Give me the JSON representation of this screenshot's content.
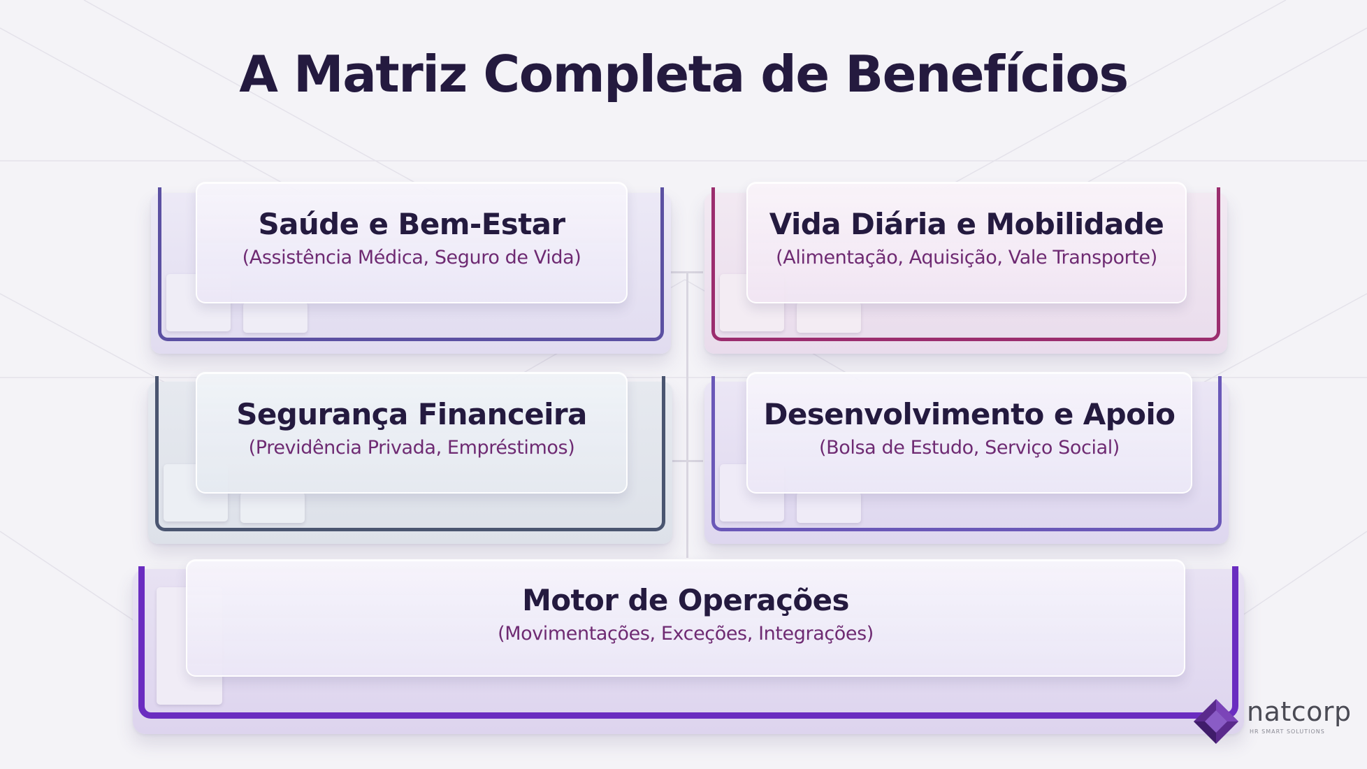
{
  "title": "A Matriz Completa de Benefícios",
  "modules": [
    {
      "name": "Saúde e Bem-Estar",
      "items": "(Assistência Médica, Seguro de Vida)"
    },
    {
      "name": "Vida Diária e Mobilidade",
      "items": "(Alimentação, Aquisição, Vale Transporte)"
    },
    {
      "name": "Segurança Financeira",
      "items": "(Previdência Privada, Empréstimos)"
    },
    {
      "name": "Desenvolvimento e Apoio",
      "items": "(Bolsa de Estudo, Serviço Social)"
    },
    {
      "name": "Motor de Operações",
      "items": "(Movimentações, Exceções, Integrações)"
    }
  ],
  "logo": {
    "name": "natcorp",
    "tagline": "HR SMART SOLUTIONS"
  },
  "colors": {
    "title": "#241a3f",
    "subtitle": "#6e2a72",
    "lavender_accent": "#5b50a2",
    "rose_accent": "#9b2d6e",
    "steel_accent": "#4a5570",
    "violet_accent": "#6a58b8",
    "base_accent": "#6a2cc0",
    "logo_purple": "#5a2a8c"
  }
}
